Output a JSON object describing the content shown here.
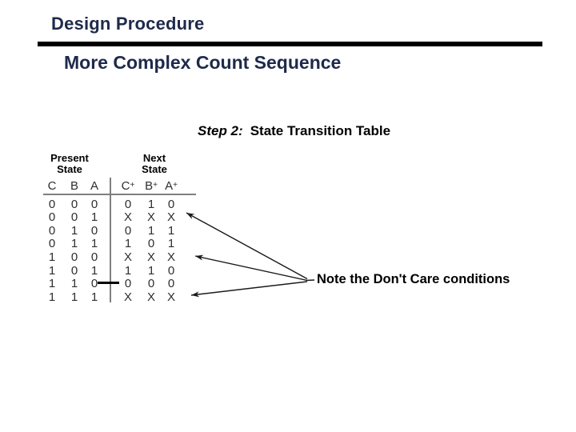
{
  "slide": {
    "title": "Design Procedure",
    "subtitle": "More Complex Count Sequence"
  },
  "step_heading": {
    "step_label": "Step 2:",
    "step_title": "State Transition Table"
  },
  "table": {
    "group_headers": [
      {
        "line1": "Present",
        "line2": "State"
      },
      {
        "line1": "Next",
        "line2": "State"
      }
    ],
    "present_columns": [
      "C",
      "B",
      "A"
    ],
    "next_columns": [
      "C+",
      "B+",
      "A+"
    ],
    "rows": [
      {
        "present": [
          "0",
          "0",
          "0"
        ],
        "next": [
          "0",
          "1",
          "0"
        ]
      },
      {
        "present": [
          "0",
          "0",
          "1"
        ],
        "next": [
          "X",
          "X",
          "X"
        ]
      },
      {
        "present": [
          "0",
          "1",
          "0"
        ],
        "next": [
          "0",
          "1",
          "1"
        ]
      },
      {
        "present": [
          "0",
          "1",
          "1"
        ],
        "next": [
          "1",
          "0",
          "1"
        ]
      },
      {
        "present": [
          "1",
          "0",
          "0"
        ],
        "next": [
          "X",
          "X",
          "X"
        ]
      },
      {
        "present": [
          "1",
          "0",
          "1"
        ],
        "next": [
          "1",
          "1",
          "0"
        ]
      },
      {
        "present": [
          "1",
          "1",
          "0"
        ],
        "next": [
          "0",
          "0",
          "0"
        ]
      },
      {
        "present": [
          "1",
          "1",
          "1"
        ],
        "next": [
          "X",
          "X",
          "X"
        ]
      }
    ],
    "dont_care_row_indices": [
      1,
      4,
      7
    ]
  },
  "annotation": {
    "note": "Note the Don't Care conditions"
  },
  "colors": {
    "accent_navy": "#1e2a4a",
    "line_gray": "#7f7f7f",
    "ink_black": "#1a1a1a"
  }
}
